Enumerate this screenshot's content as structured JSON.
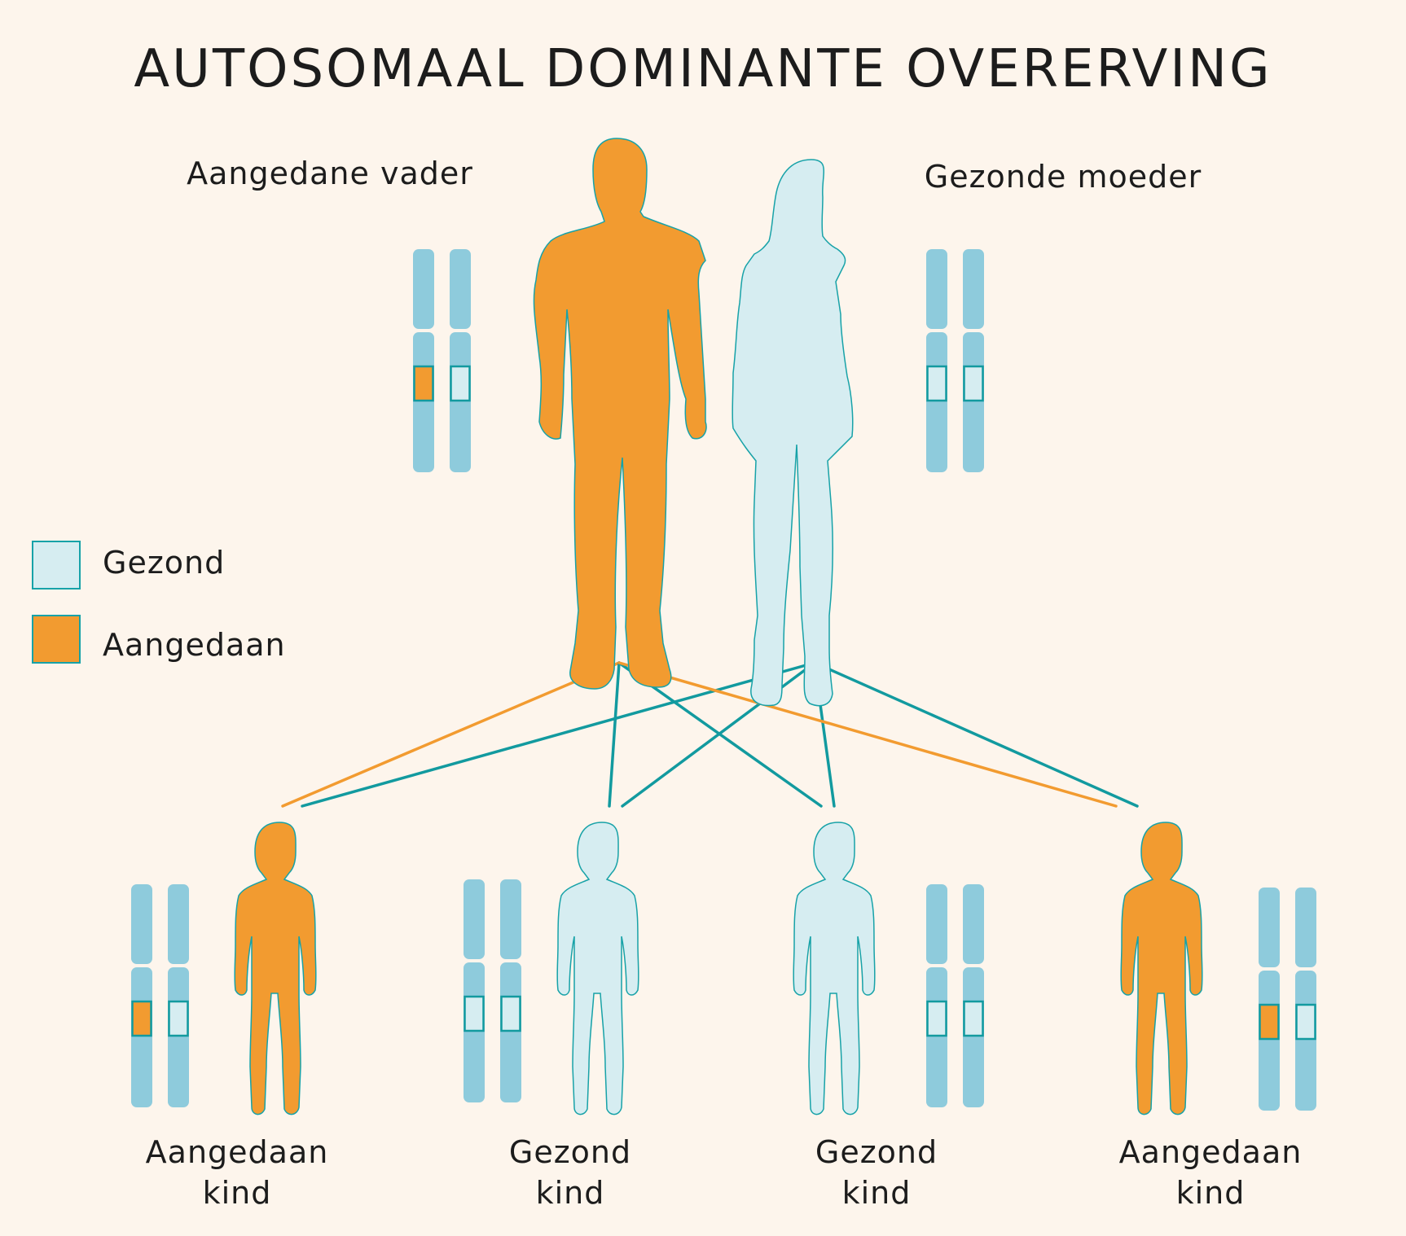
{
  "title": "AUTOSOMAAL DOMINANTE OVERERVING",
  "colors": {
    "background": "#fdf5ec",
    "affected": "#f29b30",
    "healthy": "#d6edf1",
    "outline": "#17a2a8",
    "chromosome": "#8ecbdc",
    "affected_line": "#f29b30",
    "healthy_line": "#129a9f"
  },
  "parents": {
    "father": {
      "label": "Aangedane vader",
      "status": "affected",
      "alleles": [
        "affected",
        "healthy"
      ]
    },
    "mother": {
      "label": "Gezonde moeder",
      "status": "healthy",
      "alleles": [
        "healthy",
        "healthy"
      ]
    }
  },
  "legend": {
    "healthy": "Gezond",
    "affected": "Aangedaan"
  },
  "children": [
    {
      "label_line1": "Aangedaan",
      "label_line2": "kind",
      "status": "affected",
      "alleles": [
        "affected",
        "healthy"
      ]
    },
    {
      "label_line1": "Gezond",
      "label_line2": "kind",
      "status": "healthy",
      "alleles": [
        "healthy",
        "healthy"
      ]
    },
    {
      "label_line1": "Gezond",
      "label_line2": "kind",
      "status": "healthy",
      "alleles": [
        "healthy",
        "healthy"
      ]
    },
    {
      "label_line1": "Aangedaan",
      "label_line2": "kind",
      "status": "affected",
      "alleles": [
        "affected",
        "healthy"
      ]
    }
  ]
}
